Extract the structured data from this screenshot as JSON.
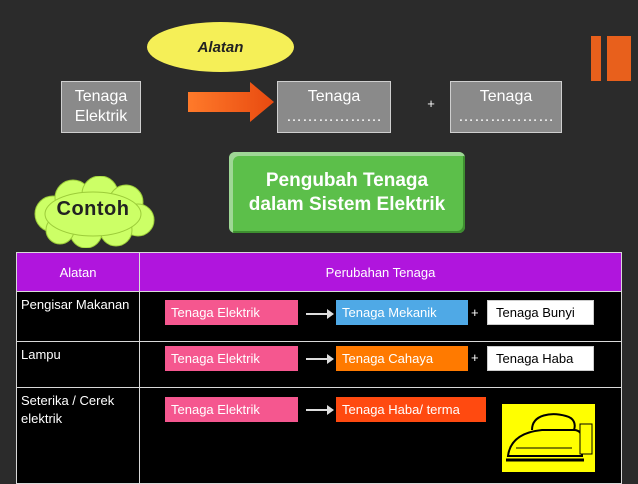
{
  "top": {
    "oval_label": "Alatan",
    "box1_line1": "Tenaga",
    "box1_line2": "Elektrik",
    "box2_line1": "Tenaga",
    "box2_line2": "………………",
    "box3_line1": "Tenaga",
    "box3_line2": "………………",
    "plus": "+"
  },
  "cloud_label": "Contoh",
  "pengubah": {
    "line1": "Pengubah Tenaga",
    "line2": "dalam Sistem Elektrik"
  },
  "table": {
    "headers": [
      "Alatan",
      "Perubahan Tenaga"
    ],
    "rows": [
      {
        "alatan": "Pengisar Makanan",
        "from": "Tenaga Elektrik",
        "to1": "Tenaga Mekanik",
        "plus": "+",
        "to2": "Tenaga Bunyi"
      },
      {
        "alatan": "Lampu",
        "from": "Tenaga Elektrik",
        "to1": "Tenaga Cahaya",
        "plus": "+",
        "to2": "Tenaga Haba"
      },
      {
        "alatan": "Seterika / Cerek elektrik",
        "from": "Tenaga Elektrik",
        "to1": "Tenaga Haba/ terma"
      }
    ]
  },
  "colors": {
    "header": "#b015dd",
    "pink": "#f5578f",
    "blue": "#4fa9e6",
    "orange": "#ff7a00",
    "accent": "#e8601c"
  }
}
